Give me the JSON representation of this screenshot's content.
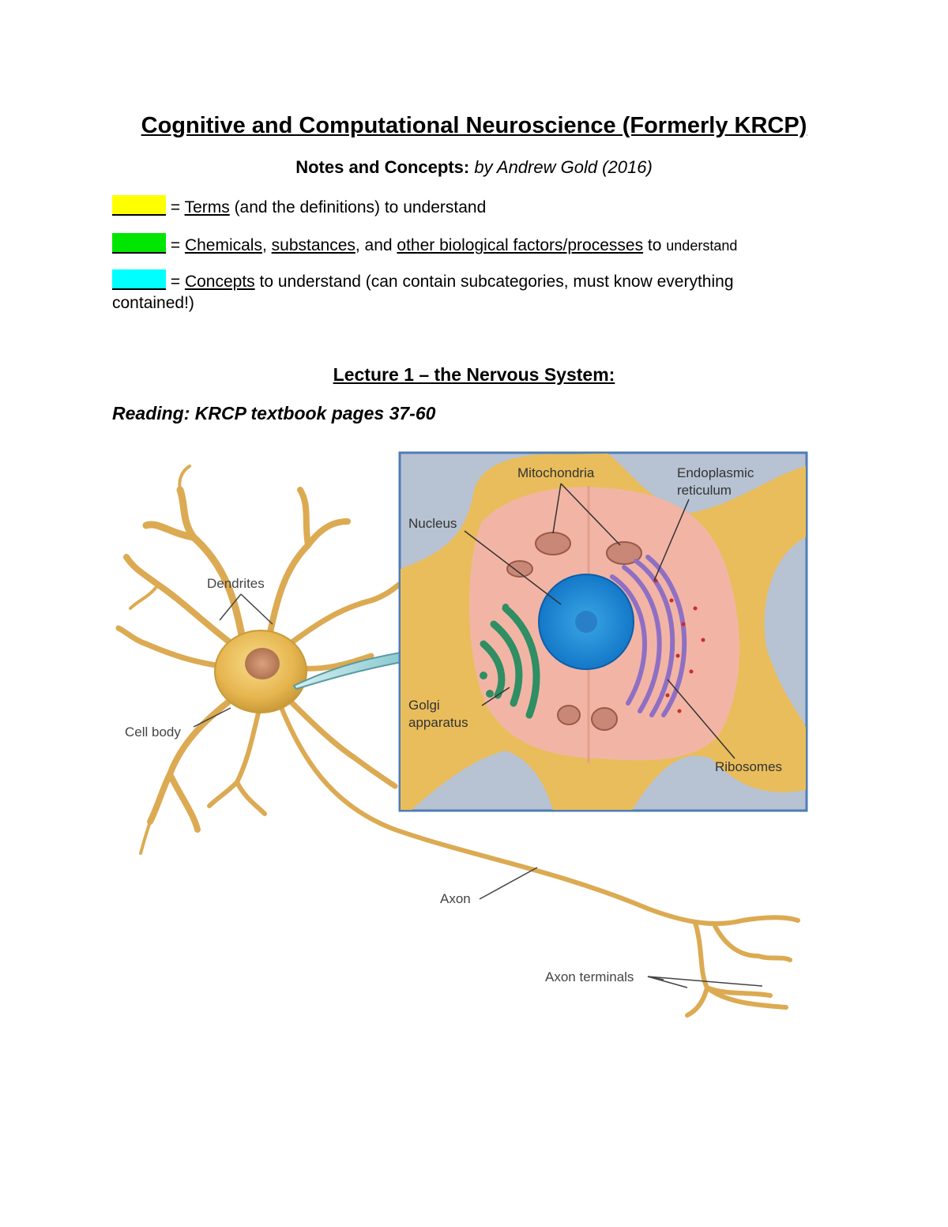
{
  "title": "Cognitive and Computational Neuroscience (Formerly KRCP)",
  "subtitle": {
    "bold": "Notes and Concepts:",
    "italic": "by Andrew Gold (2016)"
  },
  "legend": [
    {
      "color": "#ffff00",
      "eq": " = ",
      "u1": "Terms",
      "rest": " (and the definitions) to understand"
    },
    {
      "color": "#00e600",
      "eq": " = ",
      "u1": "Chemicals",
      "s1": ", ",
      "u2": "substances",
      "s2": ", and ",
      "u3": "other biological factors/processes",
      "s3": " to ",
      "s4": "understand"
    },
    {
      "color": "#00ffff",
      "eq": " = ",
      "u1": "Concepts",
      "rest": " to understand (can contain subcategories, must know everything",
      "line2": "contained!)"
    }
  ],
  "lecture": "Lecture 1 – the Nervous System:",
  "reading": "Reading: KRCP textbook pages 37-60",
  "figure": {
    "dendrites": "Dendrites",
    "cell_body": "Cell body",
    "axon": "Axon",
    "axon_terminals": "Axon terminals",
    "mitochondria": "Mitochondria",
    "er_line1": "Endoplasmic",
    "er_line2": "reticulum",
    "nucleus": "Nucleus",
    "golgi_line1": "Golgi",
    "golgi_line2": "apparatus",
    "ribosomes": "Ribosomes"
  }
}
